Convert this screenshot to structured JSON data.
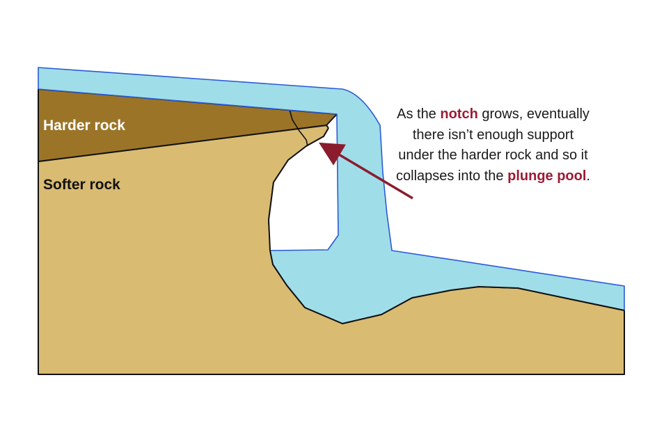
{
  "labels": {
    "harder_rock": "Harder rock",
    "softer_rock": "Softer rock"
  },
  "caption": {
    "part1": "As the ",
    "notch": "notch",
    "part2": " grows, eventually there isn’t enough support under the harder rock and so it collapses into the ",
    "plunge_pool": "plunge pool",
    "part3": "."
  },
  "colors": {
    "water": "#9fdde9",
    "harder_rock": "#9b7428",
    "softer_rock": "#d9bb72",
    "notch_cavity": "#ffffff",
    "arrow": "#8a1c2e",
    "caption_highlight": "#9b1b34",
    "water_outline": "#2a5ad6",
    "rock_outline": "#111111"
  }
}
